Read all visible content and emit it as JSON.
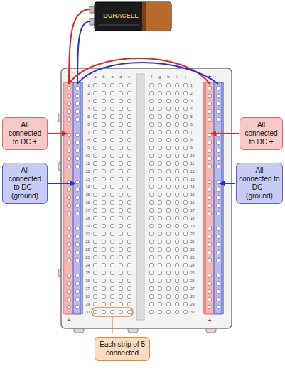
{
  "diagram": {
    "nodes": [
      {
        "text": [
          "All connected to DC +"
        ]
      },
      {
        "text": [
          "All connected to DC - (ground)"
        ]
      },
      {
        "text": [
          "All connected to DC +"
        ]
      },
      {
        "text": [
          "All connected to DC - (ground)"
        ]
      },
      {
        "text": [
          "Each strip of 5 connected"
        ]
      }
    ],
    "labels": [
      "DURACELL",
      "+",
      "-",
      "+",
      "-",
      "a",
      "b",
      "c",
      "d",
      "e",
      "f",
      "g",
      "h",
      "i",
      "j",
      "1",
      "2",
      "3",
      "4",
      "5",
      "6",
      "7",
      "8",
      "9",
      "10",
      "11",
      "12",
      "13",
      "14",
      "15",
      "16",
      "17",
      "18",
      "19",
      "20",
      "21",
      "22",
      "23",
      "24",
      "25",
      "26",
      "27",
      "28",
      "29",
      "30",
      "1",
      "2",
      "3",
      "4",
      "5",
      "6",
      "7",
      "8",
      "9",
      "10",
      "11",
      "12",
      "13",
      "14",
      "15",
      "16",
      "17",
      "18",
      "19",
      "20",
      "21",
      "22",
      "23",
      "24",
      "25",
      "26",
      "27",
      "28",
      "29",
      "30",
      "+",
      "-",
      "+",
      "-"
    ]
  }
}
